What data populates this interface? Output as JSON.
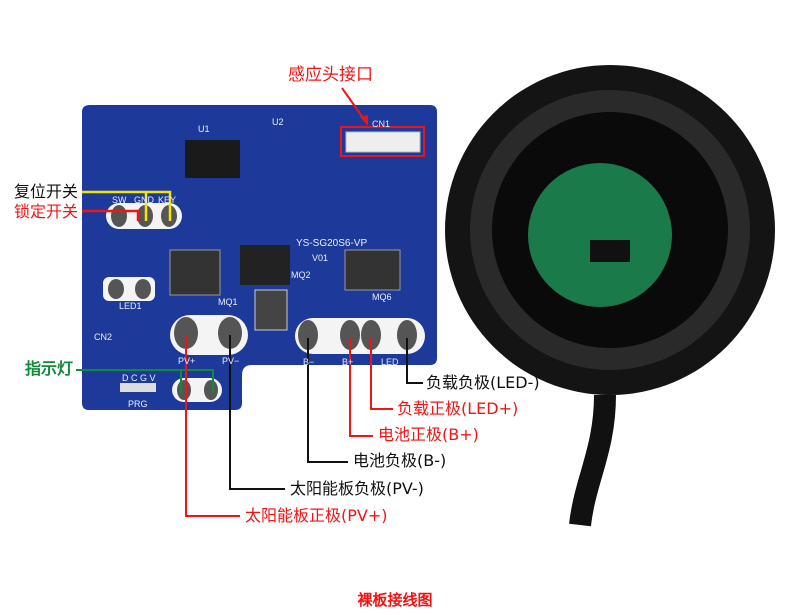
{
  "title": "裸板接线图",
  "callouts": {
    "sensor_port": "感应头接口",
    "reset_switch": "复位开关",
    "lock_switch": "锁定开关",
    "indicator": "指示灯",
    "load_neg": "负载负极(LED-)",
    "load_pos": "负载正极(LED+)",
    "bat_pos": "电池正极(B+)",
    "bat_neg": "电池负极(B-)",
    "pv_neg": "太阳能板负极(PV-)",
    "pv_pos": "太阳能板正极(PV+)"
  },
  "board": {
    "model": "YS-SG20S6-VP",
    "version": "V01",
    "cn1": "CN1",
    "sw": "SW",
    "gnd": "GND",
    "key": "KEY",
    "led1": "LED1",
    "cn2": "CN2",
    "pv_plus": "PV+",
    "pv_minus": "PV−",
    "b_minus": "B−",
    "b_plus": "B+",
    "led": "LED",
    "prg": "PRG",
    "dcgv": "D C G V",
    "mq1": "MQ1",
    "mq2": "MQ2",
    "mq6": "MQ6",
    "u1": "U1",
    "u2": "U2"
  },
  "colors": {
    "red": "#f01414",
    "black": "#111111",
    "yellow": "#f5e600",
    "green": "#118a3a",
    "pcb": "#1d3a9a"
  }
}
